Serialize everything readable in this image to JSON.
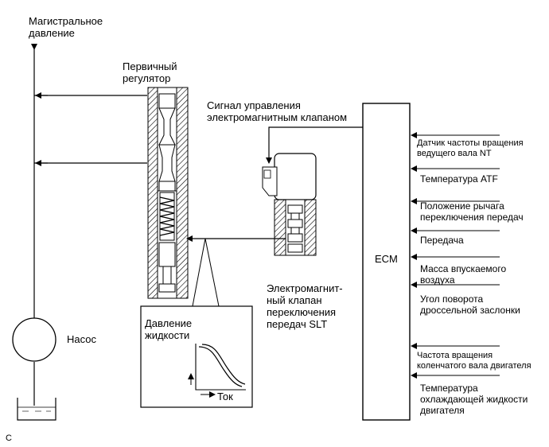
{
  "labels": {
    "line_pressure": [
      "Магистральное",
      "давление"
    ],
    "primary_regulator": [
      "Первичный",
      "регулятор"
    ],
    "solenoid_signal": [
      "Сигнал управления",
      "электромагнитным клапаном"
    ],
    "slt_valve": [
      "Электромагнит-",
      "ный клапан",
      "переключения",
      "передач SLT"
    ],
    "fluid_pressure": [
      "Давление",
      "жидкости"
    ],
    "current": "Ток",
    "pump": "Насос",
    "ecm": "ECM",
    "corner_mark": "C"
  },
  "ecm_inputs": [
    {
      "lines": [
        "Датчик частоты вращения",
        "ведущего вала NT"
      ],
      "size": "sm"
    },
    {
      "lines": [
        "Температура ATF"
      ],
      "size": "md"
    },
    {
      "lines": [
        "Положение рычага",
        "переключения передач"
      ],
      "size": "md"
    },
    {
      "lines": [
        "Передача"
      ],
      "size": "md"
    },
    {
      "lines": [
        "Масса впускаемого",
        "воздуха"
      ],
      "size": "md"
    },
    {
      "lines": [
        "Угол поворота",
        "дроссельной заслонки"
      ],
      "size": "md"
    },
    {
      "lines": [
        "Частота вращения",
        "коленчатого вала двигателя"
      ],
      "size": "sm"
    },
    {
      "lines": [
        "Температура",
        "охлаждающей жидкости",
        "двигателя"
      ],
      "size": "md"
    }
  ]
}
